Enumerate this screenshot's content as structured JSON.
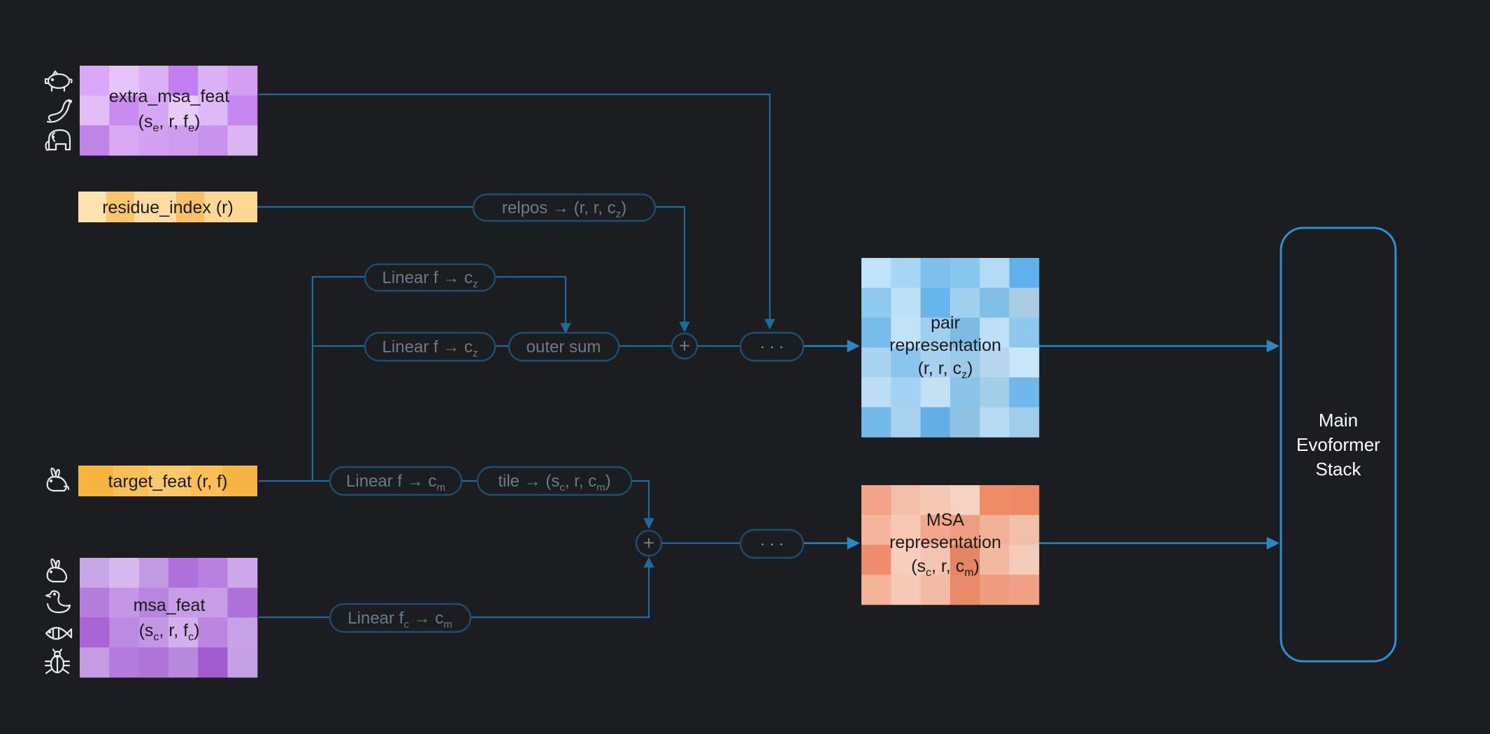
{
  "colors": {
    "background": "#1c1d21",
    "line": "#1f6a9a",
    "line_bright": "#2a86c4",
    "pill_border": "#1e4d6e",
    "pill_text": "#6b7b88",
    "evoformer_border": "#2f8fcf",
    "white": "#ffffff",
    "icon": "#e8e8e8"
  },
  "icons": [
    "pig-icon",
    "snake-icon",
    "elephant-icon",
    "rabbit-icon",
    "duck-icon",
    "fish-icon",
    "bug-icon"
  ],
  "inputs": {
    "extra_msa_feat": {
      "label": "extra_msa_feat",
      "dims_pre": "(s",
      "sub1": "e",
      "dims_mid": ", r, f",
      "sub2": "e",
      "dims_post": ")"
    },
    "residue_index": {
      "label": "residue_index (r)"
    },
    "target_feat": {
      "label": "target_feat (r, f)"
    },
    "msa_feat": {
      "label": "msa_feat",
      "dims_pre": "(s",
      "sub1": "c",
      "dims_mid": ", r, f",
      "sub2": "c",
      "dims_post": ")"
    }
  },
  "ops": {
    "relpos": {
      "pre": "relpos → (r, r, c",
      "sub": "z",
      "post": ")"
    },
    "linear_fz_top": {
      "pre": "Linear f → c",
      "sub": "z",
      "post": ""
    },
    "linear_fz_bottom": {
      "pre": "Linear f → c",
      "sub": "z",
      "post": ""
    },
    "outer_sum": {
      "pre": "outer sum",
      "sub": "",
      "post": ""
    },
    "linear_fm": {
      "pre": "Linear f → c",
      "sub": "m",
      "post": ""
    },
    "tile": {
      "pre": "tile → (s",
      "sub": "c",
      "mid": ", r, c",
      "sub2": "m",
      "post": ")"
    },
    "linear_fcm": {
      "pre": "Linear f",
      "sub": "c",
      "mid": " → c",
      "sub2": "m",
      "post": ""
    },
    "plus_symbol": "+",
    "ellipsis": "· · ·"
  },
  "outputs": {
    "pair": {
      "line1": "pair",
      "line2": "representation",
      "pre": "(r, r, c",
      "sub": "z",
      "post": ")"
    },
    "msa": {
      "line1": "MSA",
      "line2": "representation",
      "pre": "(s",
      "sub1": "c",
      "mid": ", r, c",
      "sub2": "m",
      "post": ")"
    },
    "evoformer": {
      "line1": "Main",
      "line2": "Evoformer",
      "line3": "Stack"
    }
  },
  "grids": {
    "extra_msa": [
      "#d9a8f7",
      "#e6c3fa",
      "#dbb0f7",
      "#c27ef0",
      "#dcb2f6",
      "#d49ff3",
      "#e2bdf8",
      "#c98bf0",
      "#d6a6f5",
      "#e9cbfa",
      "#dfb8f6",
      "#c586f2",
      "#bf84e6",
      "#d9aaf4",
      "#d3a1f1",
      "#cf9cef",
      "#c893ea",
      "#dcb6f3"
    ],
    "msa": [
      "#c9a6e8",
      "#d6b8ef",
      "#c19ae3",
      "#b070da",
      "#b981df",
      "#cda8eb",
      "#b57ddc",
      "#c595e6",
      "#b887dd",
      "#c89ce6",
      "#c89ce6",
      "#b070da",
      "#a866d4",
      "#bc8ae0",
      "#c397e4",
      "#d3b0ec",
      "#bb86df",
      "#c8a2e6",
      "#c59be3",
      "#b37bdb",
      "#ae74d8",
      "#b888dd",
      "#a15dd0",
      "#c5a0e3"
    ],
    "pair": [
      "#bfe3fb",
      "#a7d6f5",
      "#7ec0eb",
      "#86c8f0",
      "#b4dbf5",
      "#5fb1ea",
      "#8ec9f0",
      "#bde0f7",
      "#66b6ed",
      "#a2d0ef",
      "#7fbfe8",
      "#a8cde4",
      "#76bdeb",
      "#c2e2f8",
      "#9fcff0",
      "#7cbbe4",
      "#bfe0f6",
      "#8dc8ee",
      "#a9d4f1",
      "#89c5ec",
      "#a7d1ee",
      "#9ccae9",
      "#b3d6ee",
      "#c8e6fa",
      "#bcdff6",
      "#a3d2f2",
      "#c3e1f5",
      "#8cc3e8",
      "#a4cde8",
      "#70b8ea",
      "#73b9e9",
      "#a8d2f0",
      "#63aee5",
      "#8fc2e3",
      "#b6dbf2",
      "#a0cdea"
    ],
    "msa_rep": [
      "#f3a488",
      "#f4bfa8",
      "#f4c8b2",
      "#f7d2c3",
      "#ef8c68",
      "#ef8866",
      "#f3b59d",
      "#f7c9b5",
      "#f2a88c",
      "#ee9e80",
      "#f0b196",
      "#f2c0aa",
      "#ee8c6b",
      "#f7cdbc",
      "#f4c4b0",
      "#e58563",
      "#f2b8a2",
      "#f4ccbb",
      "#f4b396",
      "#f7cab6",
      "#f3bba3",
      "#ea8a68",
      "#ef9c7e",
      "#f0a084"
    ]
  }
}
